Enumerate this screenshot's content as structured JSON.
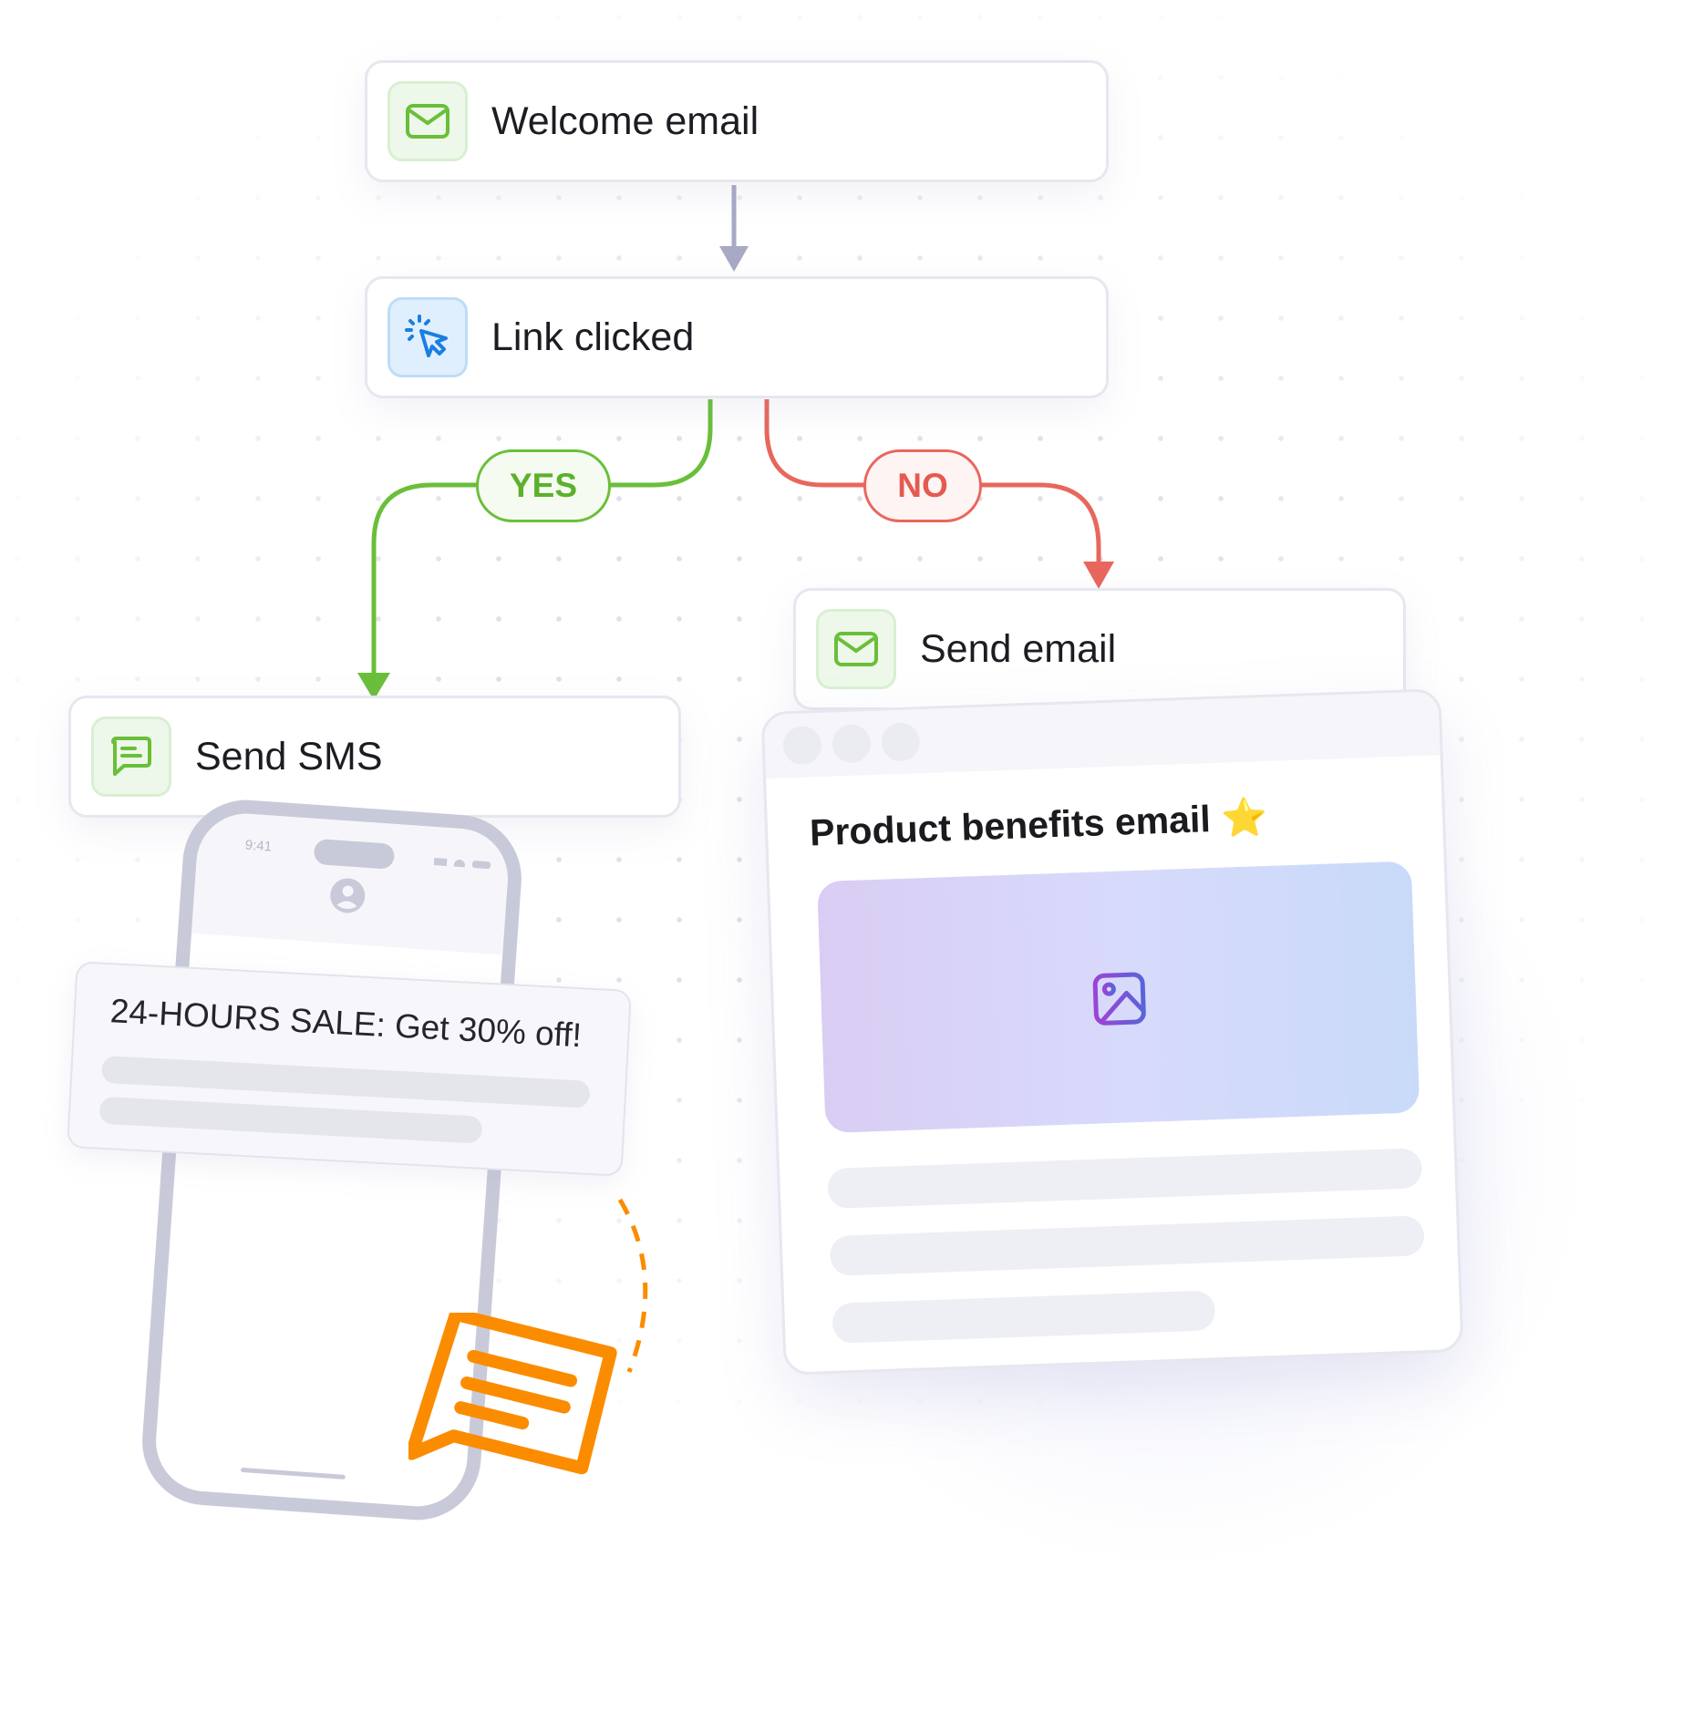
{
  "nodes": {
    "welcome": {
      "label": "Welcome email",
      "icon": "mail-icon"
    },
    "link": {
      "label": "Link clicked",
      "icon": "cursor-click-icon"
    },
    "send_email": {
      "label": "Send email",
      "icon": "mail-icon"
    },
    "send_sms": {
      "label": "Send SMS",
      "icon": "chat-icon"
    }
  },
  "branches": {
    "yes": "YES",
    "no": "NO"
  },
  "email_preview": {
    "title": "Product benefits email",
    "emoji": "⭐"
  },
  "phone": {
    "time": "9:41"
  },
  "sms_preview": {
    "text": "24-HOURS SALE: Get 30% off!"
  },
  "colors": {
    "green": "#6abf3a",
    "red": "#e8675d",
    "grey_arrow": "#a8a9c4",
    "orange": "#fb8c00",
    "blue": "#1a7fe0"
  }
}
